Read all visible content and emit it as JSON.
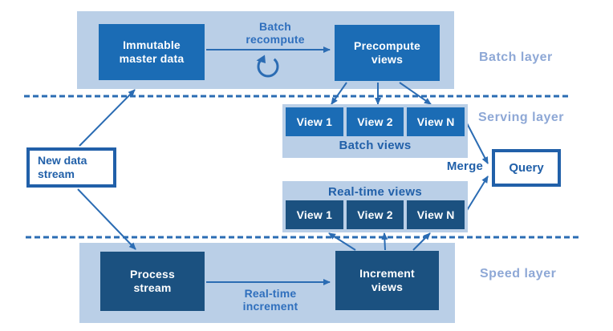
{
  "title": "Lambda architecture diagram",
  "colors": {
    "container": "#bacfe7",
    "boxMedium": "#1b6cb5",
    "boxNavy": "#1b5180",
    "accent": "#2b6cb3",
    "textMedium": "#2f6fbd",
    "textDark": "#2160a9",
    "layerLabel": "#8ea8d6",
    "white": "#ffffff"
  },
  "layers": {
    "batch": {
      "label": "Batch layer"
    },
    "serving": {
      "label": "Serving layer"
    },
    "speed": {
      "label": "Speed layer"
    }
  },
  "nodes": {
    "new_data": {
      "line1": "New data",
      "line2": "stream"
    },
    "immutable": {
      "line1": "Immutable",
      "line2": "master data"
    },
    "precompute": {
      "line1": "Precompute",
      "line2": "views"
    },
    "process": {
      "line1": "Process",
      "line2": "stream"
    },
    "increment": {
      "line1": "Increment",
      "line2": "views"
    },
    "query": {
      "label": "Query"
    }
  },
  "serving": {
    "batch_views": {
      "group_label": "Batch views",
      "items": [
        "View 1",
        "View 2",
        "View N"
      ]
    },
    "realtime_views": {
      "group_label": "Real-time views",
      "items": [
        "View 1",
        "View 2",
        "View N"
      ]
    }
  },
  "edge_labels": {
    "batch_recompute": {
      "line1": "Batch",
      "line2": "recompute"
    },
    "realtime_increment": {
      "line1": "Real-time",
      "line2": "increment"
    },
    "merge": "Merge"
  },
  "icons": {
    "refresh": "refresh-arrow-icon"
  }
}
